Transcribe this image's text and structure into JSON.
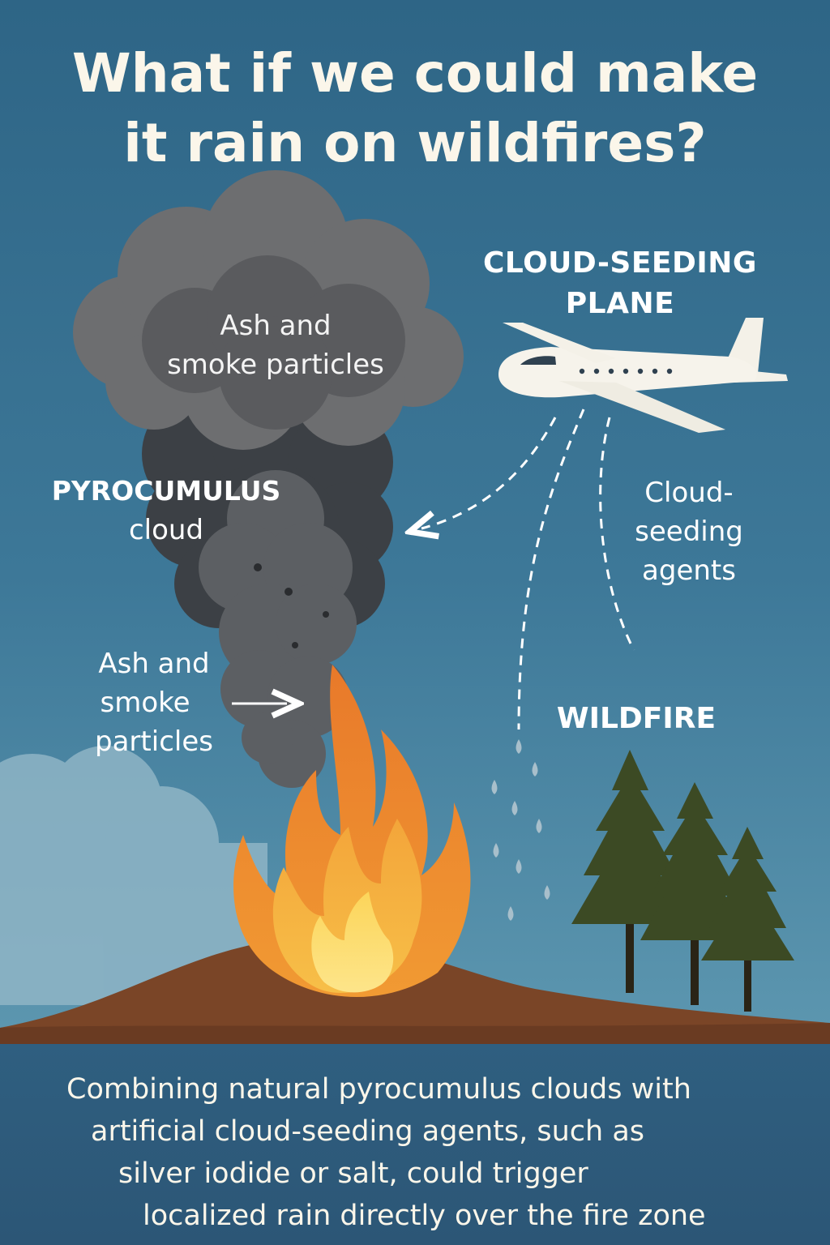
{
  "title": {
    "line1": "What if we could make",
    "line2": "it rain on wildfires?"
  },
  "labels": {
    "plane_line1": "CLOUD-SEEDING",
    "plane_line2": "PLANE",
    "cloud_top_line1": "Ash and",
    "cloud_top_line2": "smoke particles",
    "pyro_line1": "PYROCUMULUS",
    "pyro_line2": "cloud",
    "agents_line1": "Cloud-",
    "agents_line2": "seeding",
    "agents_line3": "agents",
    "ash_line1": "Ash and",
    "ash_line2": "smoke",
    "ash_line3": "particles",
    "wildfire": "WILDFIRE"
  },
  "caption": {
    "line1": "Combining natural pyrocumulus clouds with",
    "line2": "artificial cloud-seeding agents, such as",
    "line3": "silver iodide or salt, could trigger",
    "line4": "localized rain directly over the fire zone"
  },
  "colors": {
    "sky_top": "#2f6687",
    "sky_bottom": "#5a93ad",
    "smoke_light": "#6e6e6e",
    "smoke_dark": "#3b3e42",
    "flame_outer": "#ec8a2c",
    "flame_inner": "#fcd55a",
    "ground": "#7a4527",
    "tree": "#3c4a24",
    "footer": "#2d5a7a",
    "text": "#fbf6ea"
  },
  "icons": [
    "plane-icon",
    "smoke-cloud-icon",
    "flame-icon",
    "pine-tree-icon",
    "raindrop-icon",
    "dashed-arrow-icon"
  ]
}
